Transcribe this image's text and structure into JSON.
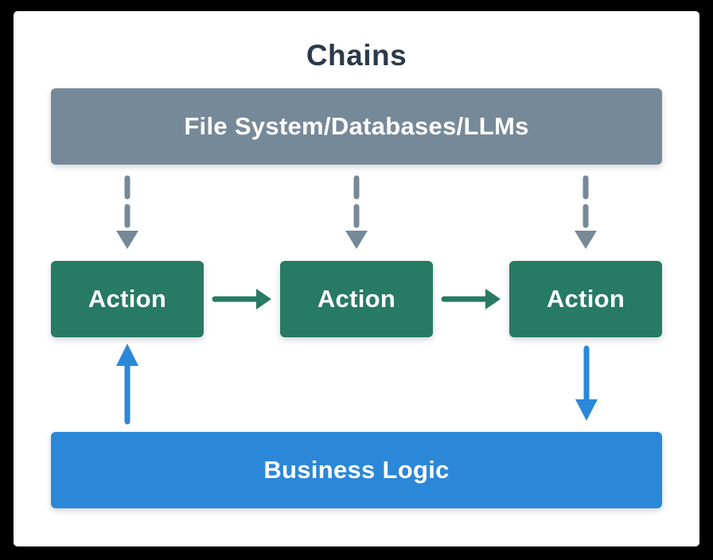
{
  "diagram": {
    "title": "Chains",
    "source_box": {
      "label": "File System/Databases/LLMs"
    },
    "action_boxes": [
      {
        "label": "Action"
      },
      {
        "label": "Action"
      },
      {
        "label": "Action"
      }
    ],
    "business_box": {
      "label": "Business Logic"
    }
  },
  "colors": {
    "page_background": "#000000",
    "card_bg": "#ffffff",
    "title_text": "#2b3a4a",
    "slate_gray": "#768999",
    "teal_green": "#277a63",
    "accent_blue": "#2b87d8",
    "box_text": "#ffffff"
  },
  "icons": {
    "dashed_down_arrow": "dashed-down-arrow",
    "right_arrow": "solid-right-arrow",
    "up_arrow": "solid-up-arrow",
    "down_arrow": "solid-down-arrow"
  }
}
